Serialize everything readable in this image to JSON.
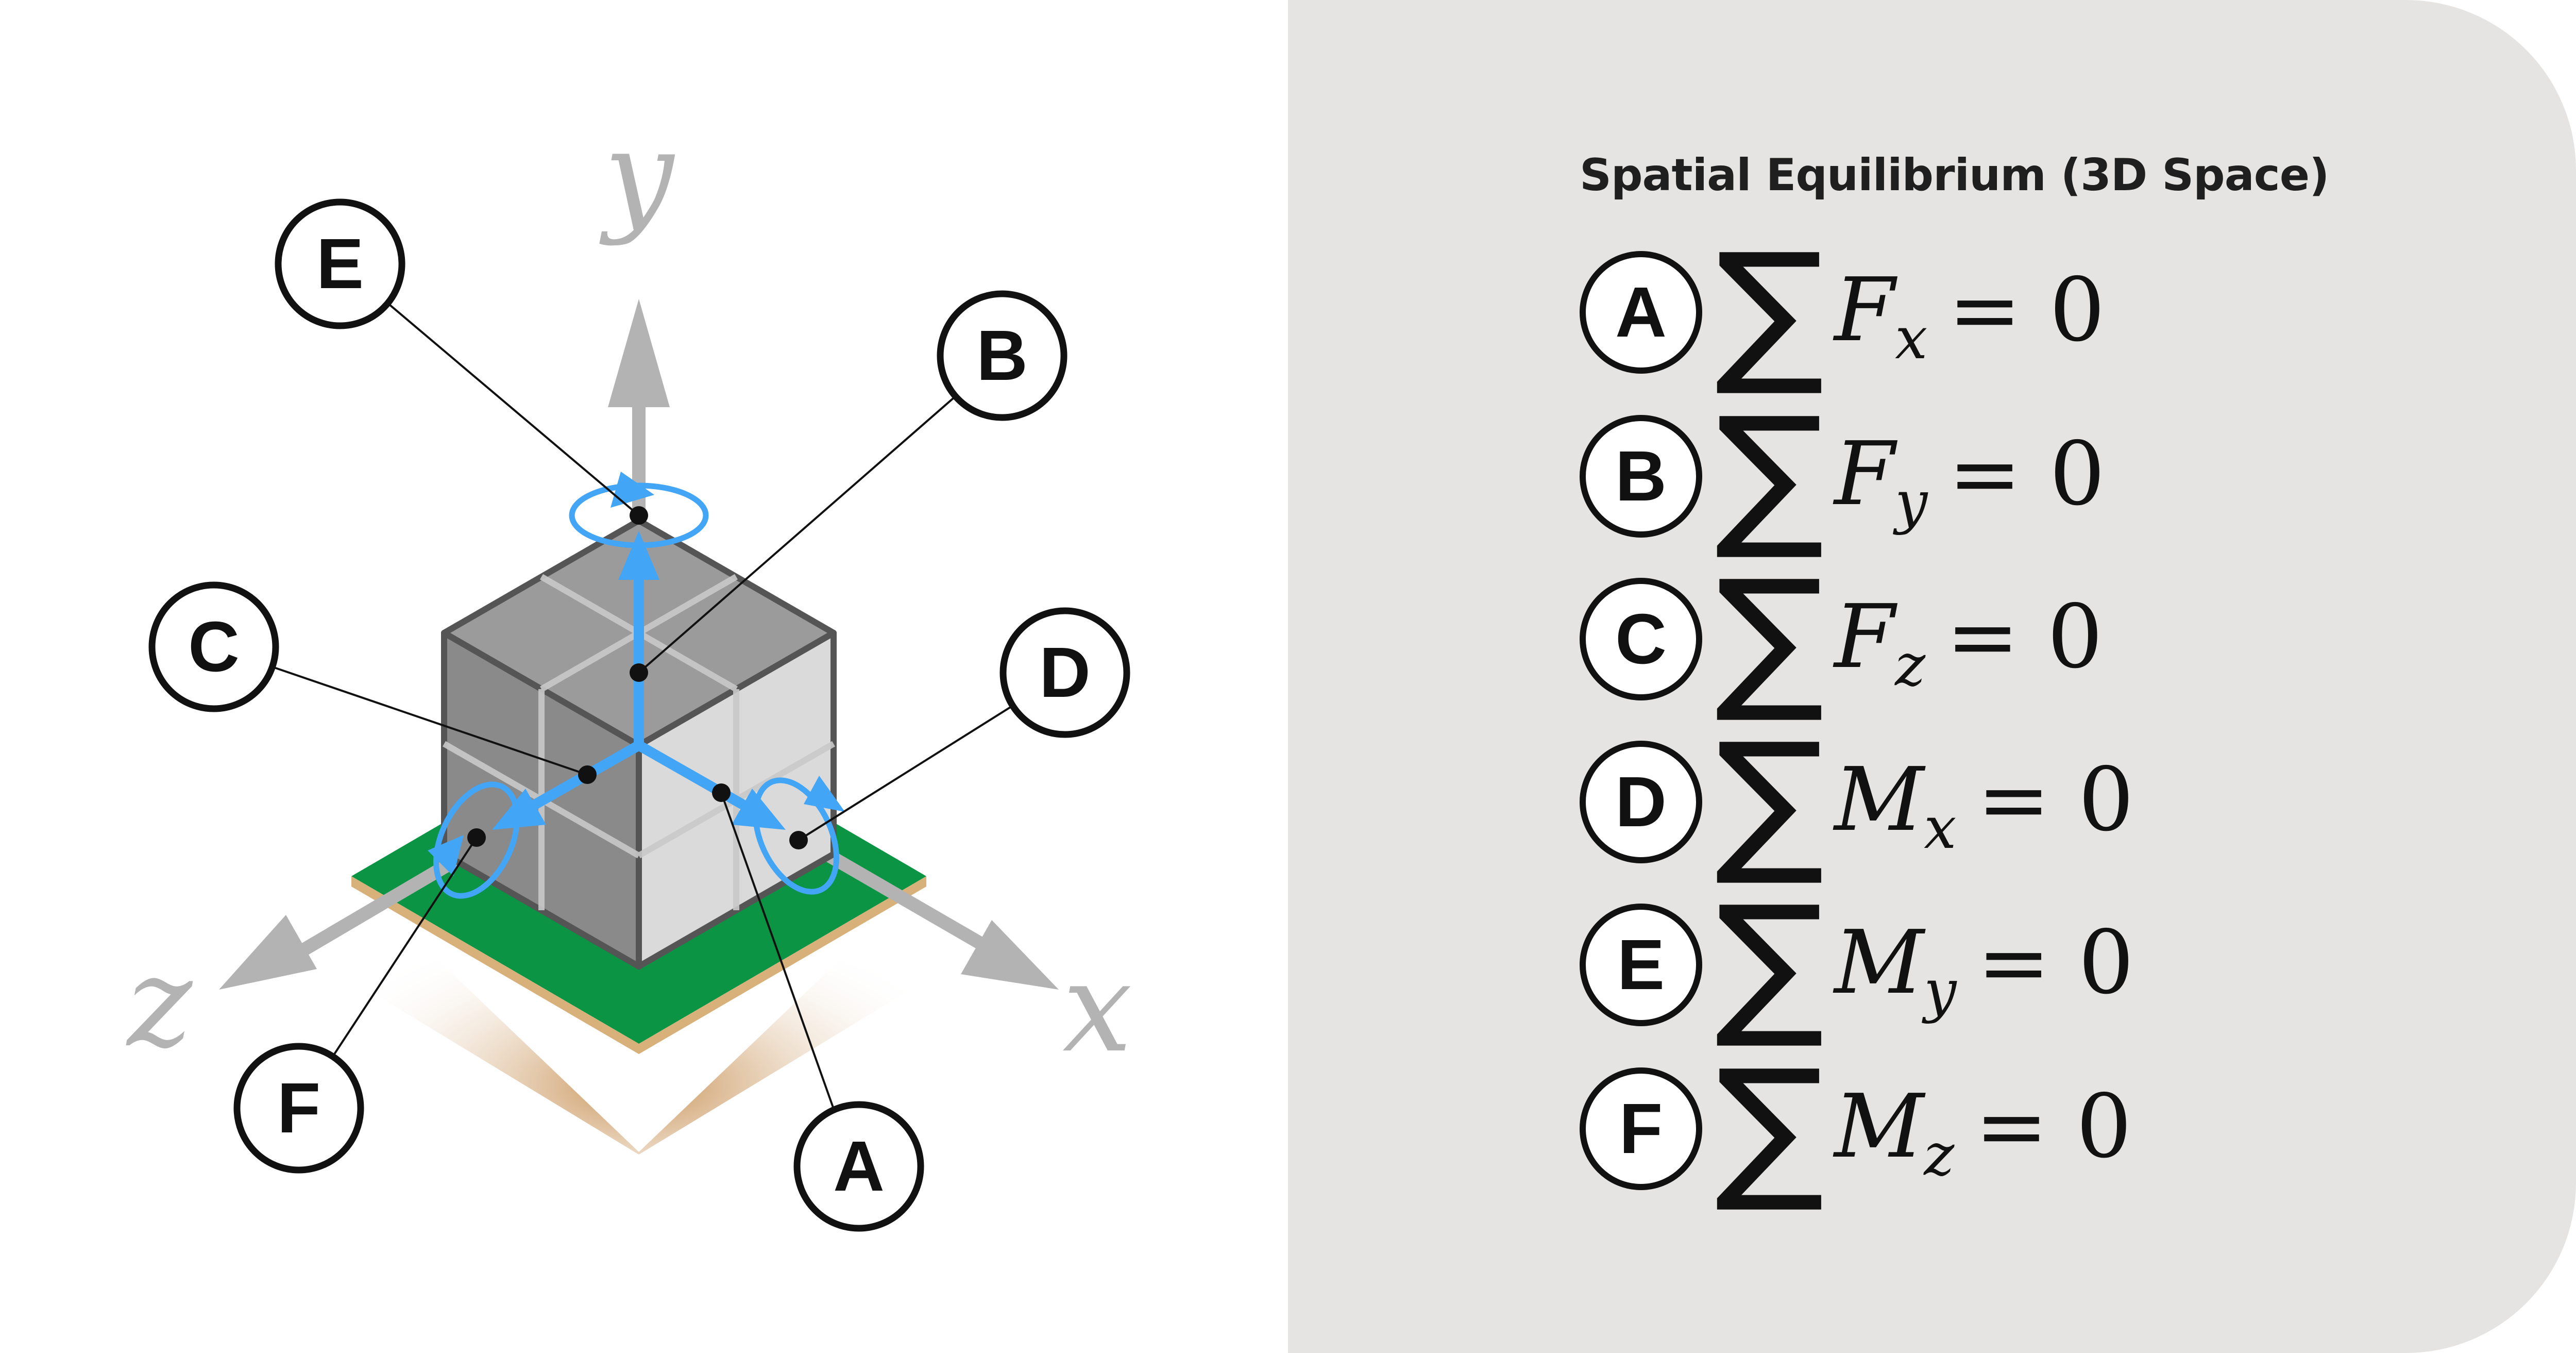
{
  "diagram": {
    "axes": [
      {
        "key": "y",
        "label": "y"
      },
      {
        "key": "x",
        "label": "x"
      },
      {
        "key": "z",
        "label": "z"
      }
    ],
    "callouts": [
      {
        "letter": "E"
      },
      {
        "letter": "B"
      },
      {
        "letter": "C"
      },
      {
        "letter": "D"
      },
      {
        "letter": "F"
      },
      {
        "letter": "A"
      }
    ],
    "colors": {
      "force": "#42a5f5",
      "axis": "#b3b3b3",
      "ground": "#0a9444",
      "soil": "#c9935a",
      "cube_dark": "#8a8a8a",
      "cube_light": "#d9d9d9"
    }
  },
  "panel": {
    "title": "Spatial Equilibrium (3D Space)",
    "equations": [
      {
        "letter": "A",
        "symbol": "F",
        "subscript": "x",
        "rest": "= 0"
      },
      {
        "letter": "B",
        "symbol": "F",
        "subscript": "y",
        "rest": "= 0"
      },
      {
        "letter": "C",
        "symbol": "F",
        "subscript": "z",
        "rest": "= 0"
      },
      {
        "letter": "D",
        "symbol": "M",
        "subscript": "x",
        "rest": "= 0"
      },
      {
        "letter": "E",
        "symbol": "M",
        "subscript": "y",
        "rest": "= 0"
      },
      {
        "letter": "F",
        "symbol": "M",
        "subscript": "z",
        "rest": "= 0"
      }
    ]
  }
}
